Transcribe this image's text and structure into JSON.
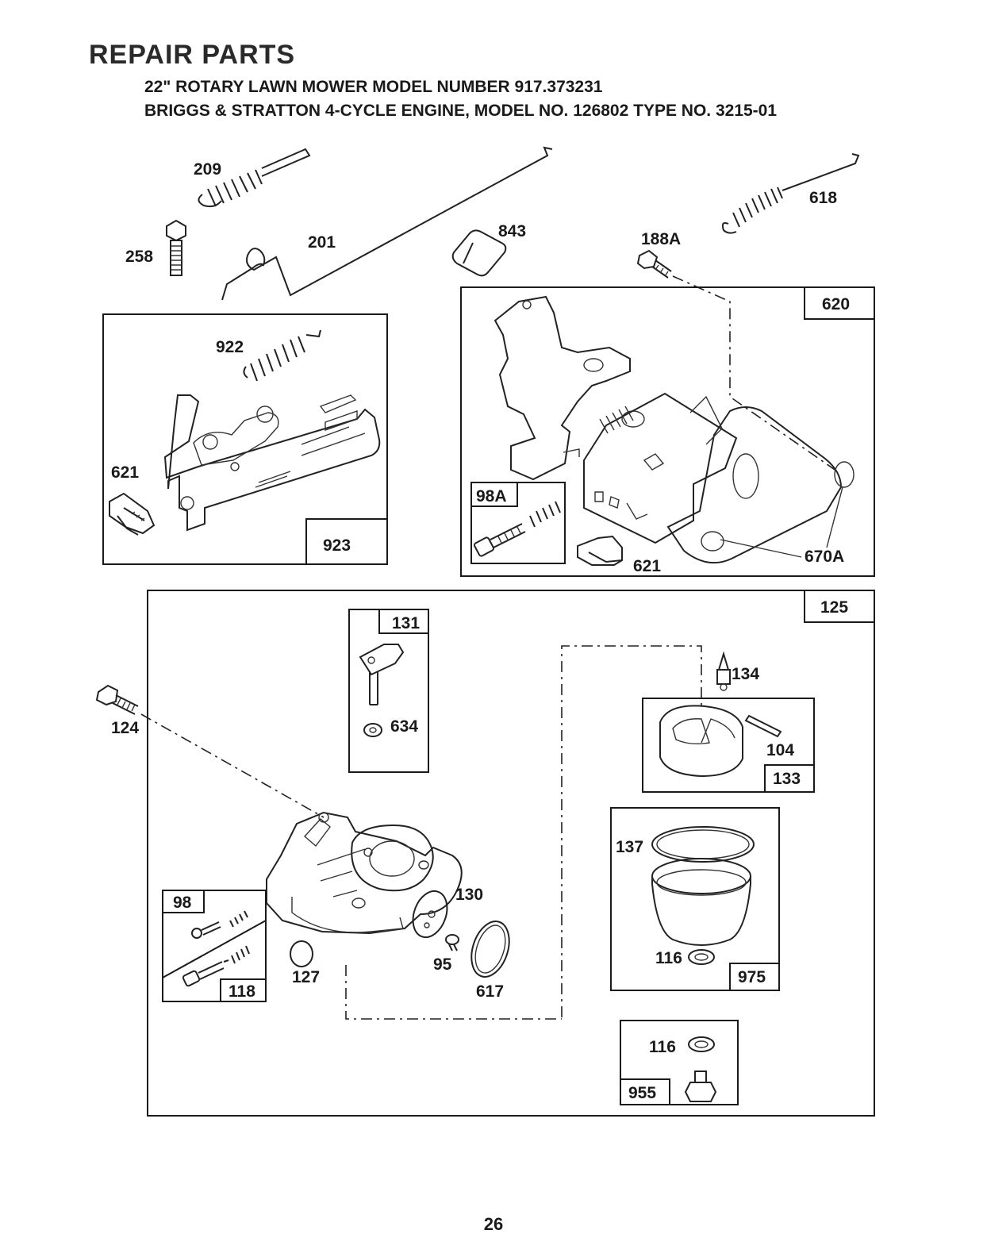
{
  "header": {
    "title": "REPAIR PARTS",
    "subtitle_1": "22\" ROTARY LAWN MOWER MODEL NUMBER 917.373231",
    "subtitle_2": "BRIGGS & STRATTON 4-CYCLE ENGINE, MODEL NO. 126802 TYPE NO. 3215-01"
  },
  "labels": {
    "p209": "209",
    "p258": "258",
    "p201": "201",
    "p843": "843",
    "p188A": "188A",
    "p618": "618",
    "p922": "922",
    "p621a": "621",
    "p923": "923",
    "p620": "620",
    "p98A": "98A",
    "p621b": "621",
    "p670A": "670A",
    "p125": "125",
    "p131": "131",
    "p634": "634",
    "p124": "124",
    "p134": "134",
    "p104": "104",
    "p133": "133",
    "p137": "137",
    "p116a": "116",
    "p975": "975",
    "p116b": "116",
    "p955": "955",
    "p98": "98",
    "p118": "118",
    "p127": "127",
    "p130": "130",
    "p95": "95",
    "p617": "617"
  },
  "footer": {
    "page_number": "26"
  }
}
